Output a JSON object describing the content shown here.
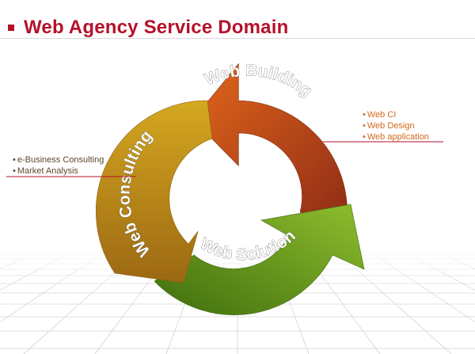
{
  "title": "Web Agency Service Domain",
  "segments": [
    {
      "label": "Web Building",
      "color_start": "#a8341a",
      "color_end": "#e2661a"
    },
    {
      "label": "Web Solution",
      "color_start": "#4d7e12",
      "color_end": "#88b62e"
    },
    {
      "label": "Web Consulting",
      "color_start": "#a06c16",
      "color_end": "#cda21f"
    }
  ],
  "consulting_items": [
    "e-Business Consulting",
    "Market Analysis"
  ],
  "building_items": [
    "Web CI",
    "Web Design",
    "Web application"
  ],
  "colors": {
    "accent": "#b4122b",
    "consulting_text": "#5a4a2a",
    "building_text": "#d2691e"
  }
}
